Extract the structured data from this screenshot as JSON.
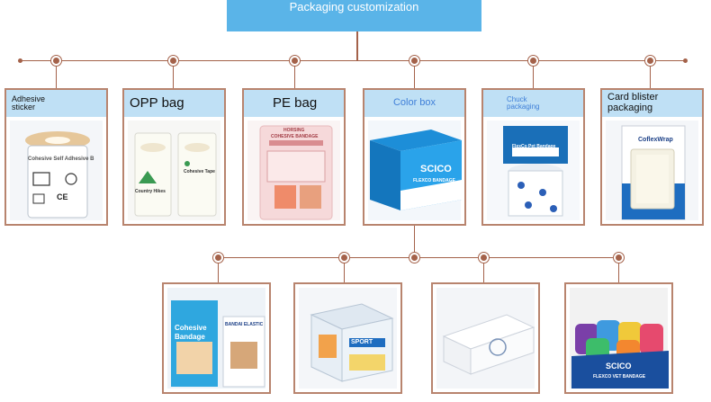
{
  "banner": {
    "title": "Packaging customization"
  },
  "cards": [
    {
      "label": "Adhesive\nsticker",
      "size": "small"
    },
    {
      "label": "OPP bag",
      "size": "large"
    },
    {
      "label": "PE bag",
      "size": "large"
    },
    {
      "label": "Color box",
      "size": "blue"
    },
    {
      "label": "Chuck\npackaging",
      "size": "blue"
    },
    {
      "label": "Card blister\npackaging",
      "size": "medium"
    }
  ],
  "product_text": {
    "card1": [
      "Cohesive Self Adhesive B",
      "CE"
    ],
    "card2": [
      "Country Hikes",
      "Cohesive Tape"
    ],
    "card3": [
      "HORSING",
      "COHESIVE BANDAGE"
    ],
    "card4": [
      "SCICO",
      "FLEXCO BANDAGE"
    ],
    "card5": [
      "FlexCo Pet Bandage"
    ],
    "card6": [
      "CoflexWrap"
    ],
    "photo1": [
      "Cohesive",
      "Bandage",
      "BANDAI ELASTIC"
    ],
    "photo2": [
      "SPORT"
    ],
    "photo4": [
      "SCICO",
      "FLEXCO VET BANDAGE"
    ]
  },
  "colors": {
    "accent": "#a4624a",
    "banner": "#5ab4e8",
    "header": "#bfe0f5"
  }
}
